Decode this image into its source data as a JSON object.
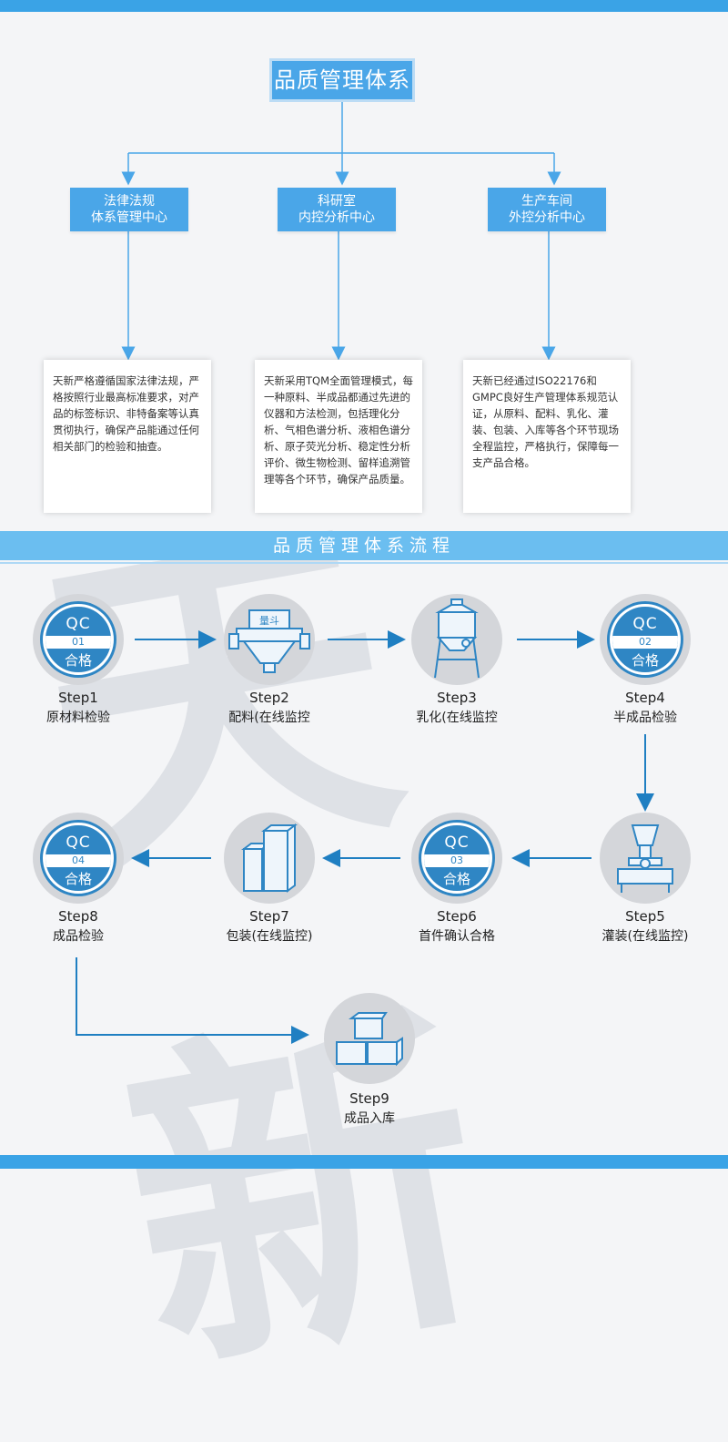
{
  "title": "品质管理体系",
  "centers": [
    {
      "line1": "法律法规",
      "line2": "体系管理中心"
    },
    {
      "line1": "科研室",
      "line2": "内控分析中心"
    },
    {
      "line1": "生产车间",
      "line2": "外控分析中心"
    }
  ],
  "descriptions": [
    "天新严格遵循国家法律法规，严格按照行业最高标准要求，对产品的标签标识、非特备案等认真贯彻执行，确保产品能通过任何相关部门的检验和抽查。",
    "天新采用TQM全面管理模式，每一种原料、半成品都通过先进的仪器和方法检测，包括理化分析、气相色谱分析、液相色谱分析、原子荧光分析、稳定性分析评价、微生物检测、留样追溯管理等各个环节，确保产品质量。",
    "天新已经通过ISO22176和GMPC良好生产管理体系规范认证，从原料、配料、乳化、灌装、包装、入库等各个环节现场全程监控，严格执行，保障每一支产品合格。"
  ],
  "process_title": "品质管理体系流程",
  "qc_badge": {
    "top": "QC",
    "bottom": "合格"
  },
  "steps": [
    {
      "label": "Step1",
      "name": "原材料检验",
      "qc": "01"
    },
    {
      "label": "Step2",
      "name": "配料(在线监控",
      "hopper_text": "量斗"
    },
    {
      "label": "Step3",
      "name": "乳化(在线监控"
    },
    {
      "label": "Step4",
      "name": "半成品检验",
      "qc": "02"
    },
    {
      "label": "Step5",
      "name": "灌装(在线监控)"
    },
    {
      "label": "Step6",
      "name": "首件确认合格",
      "qc": "03"
    },
    {
      "label": "Step7",
      "name": "包装(在线监控)"
    },
    {
      "label": "Step8",
      "name": "成品检验",
      "qc": "04"
    },
    {
      "label": "Step9",
      "name": "成品入库"
    }
  ],
  "colors": {
    "accent": "#4aa6e8",
    "badge": "#2f86c4",
    "arrow": "#1f7fc2",
    "band": "#6bbef0"
  }
}
